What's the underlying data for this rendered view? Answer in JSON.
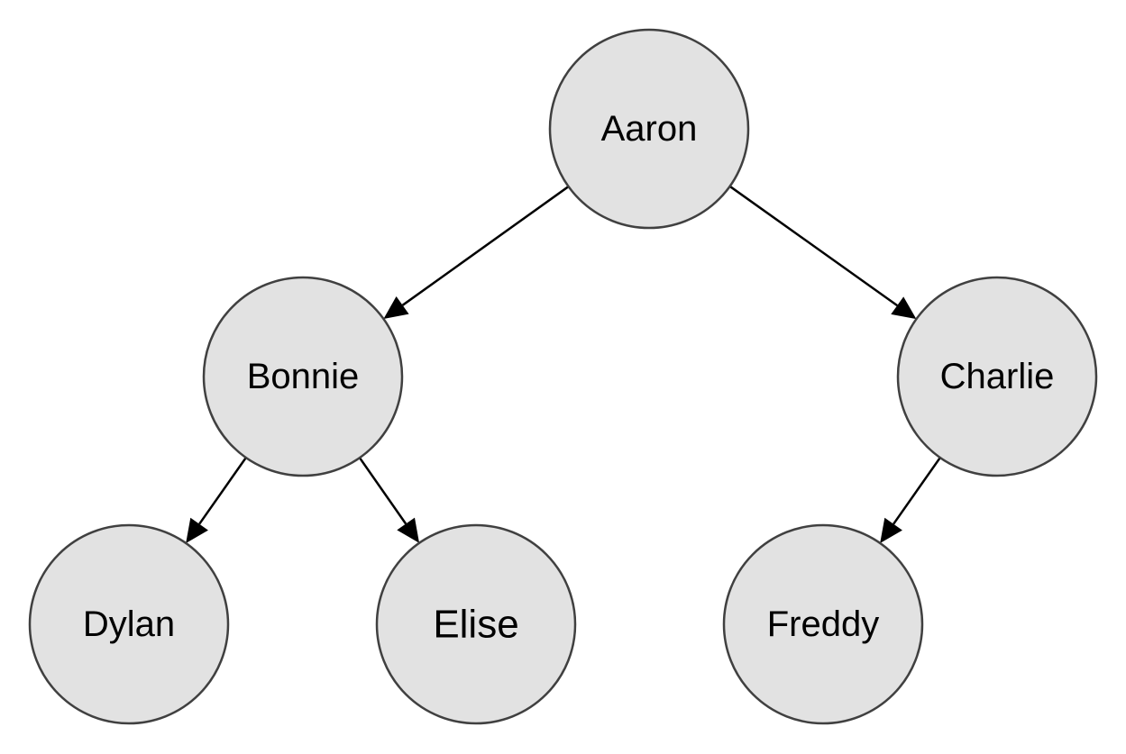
{
  "diagram": {
    "type": "tree",
    "nodes": [
      {
        "id": "aaron",
        "label": "Aaron"
      },
      {
        "id": "bonnie",
        "label": "Bonnie"
      },
      {
        "id": "charlie",
        "label": "Charlie"
      },
      {
        "id": "dylan",
        "label": "Dylan"
      },
      {
        "id": "elise",
        "label": "Elise"
      },
      {
        "id": "freddy",
        "label": "Freddy"
      }
    ],
    "edges": [
      {
        "from": "aaron",
        "to": "bonnie"
      },
      {
        "from": "aaron",
        "to": "charlie"
      },
      {
        "from": "bonnie",
        "to": "dylan"
      },
      {
        "from": "bonnie",
        "to": "elise"
      },
      {
        "from": "charlie",
        "to": "freddy"
      }
    ]
  },
  "colors": {
    "node_fill": "#e2e2e2",
    "node_stroke": "#404040",
    "edge": "#000000",
    "text": "#000000"
  }
}
